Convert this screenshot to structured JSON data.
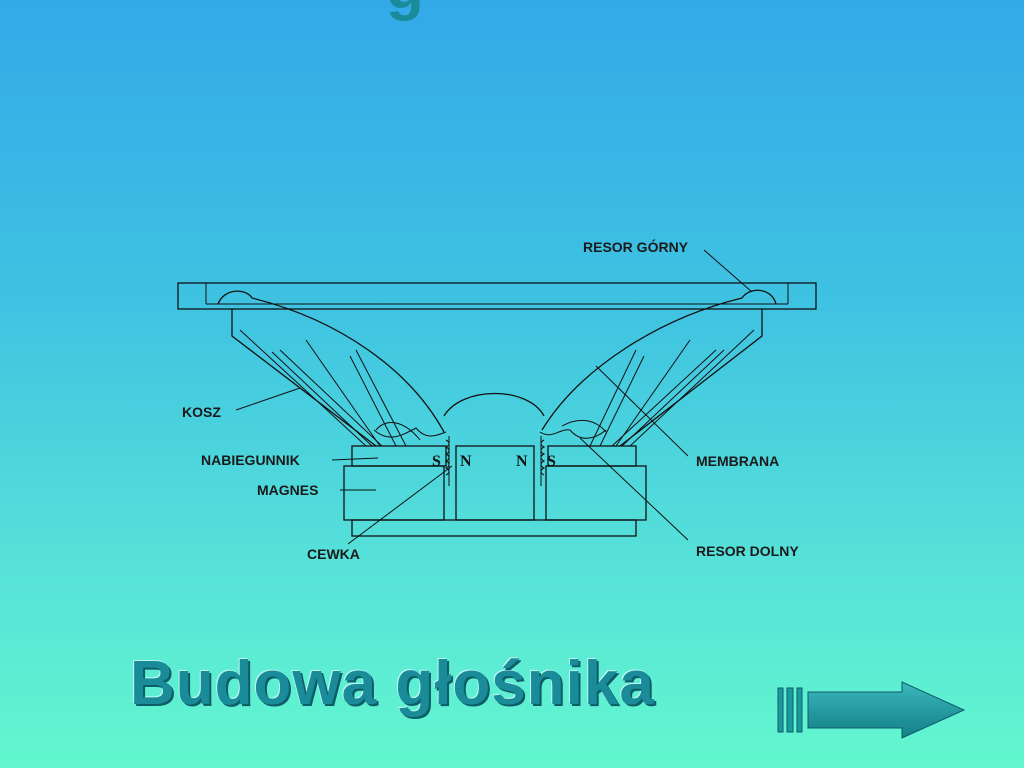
{
  "slide": {
    "title": "Budowa głośnika",
    "top_partial": "g"
  },
  "diagram": {
    "labels": {
      "resor_gorny": "RESOR GÓRNY",
      "kosz": "KOSZ",
      "nabiegunnik": "NABIEGUNNIK",
      "magnes": "MAGNES",
      "cewka": "CEWKA",
      "membrana": "MEMBRANA",
      "resor_dolny": "RESOR DOLNY"
    },
    "poles": {
      "left_outer": "S",
      "left_inner": "N",
      "right_inner": "N",
      "right_outer": "S"
    }
  },
  "navigation": {
    "next_icon": "arrow-right-icon"
  },
  "colors": {
    "title": "#1a8c99",
    "arrow": "#1a9aa0",
    "background_top": "#33a9e8",
    "background_bottom": "#63f7cf"
  }
}
